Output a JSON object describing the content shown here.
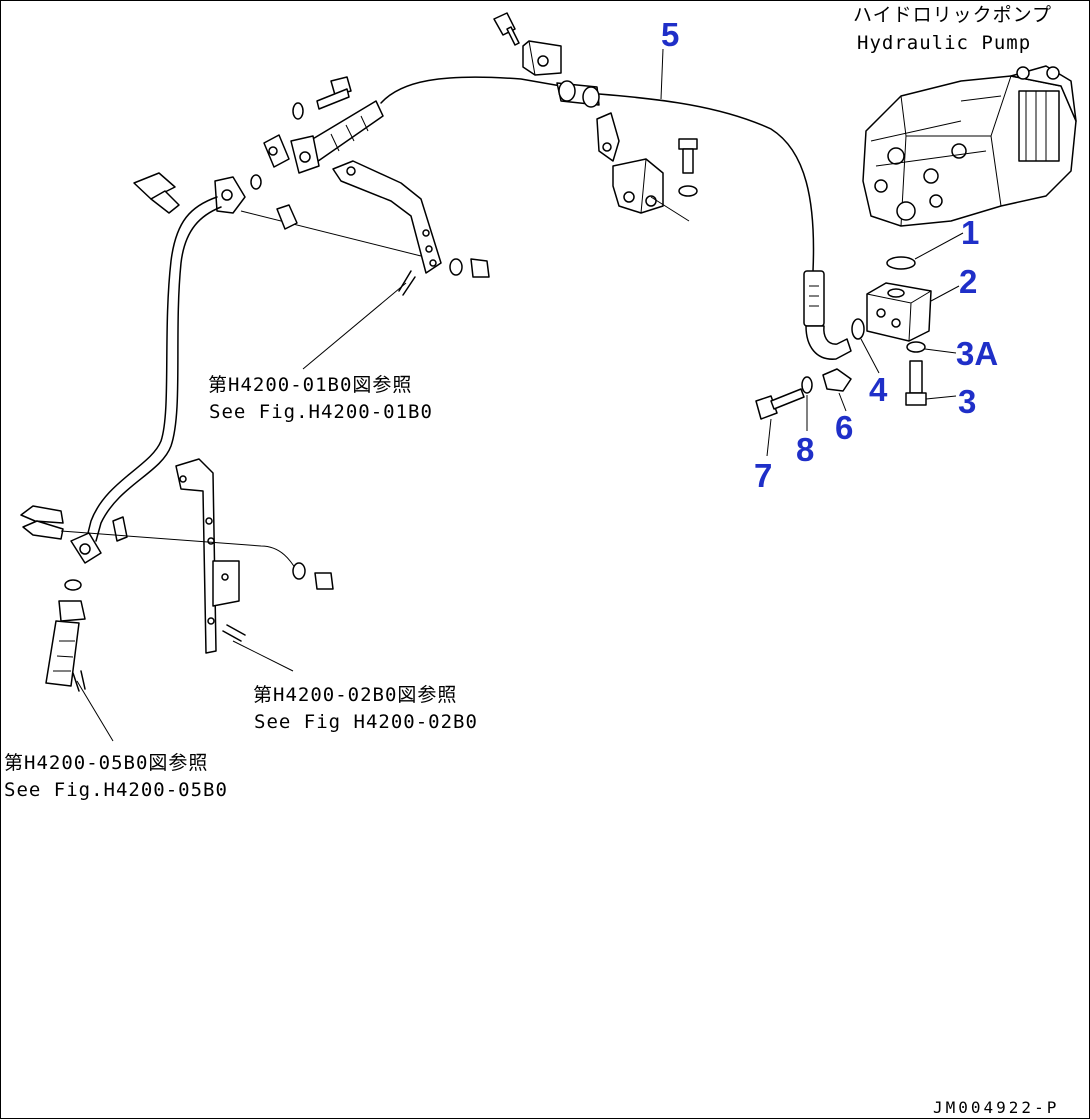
{
  "title": {
    "jp": "ハイドロリックポンプ",
    "en": "Hydraulic Pump"
  },
  "callouts": [
    "1",
    "2",
    "3",
    "3A",
    "4",
    "5",
    "6",
    "7",
    "8"
  ],
  "references": {
    "ref1": {
      "jp": "第H4200-01B0図参照",
      "en": "See Fig.H4200-01B0"
    },
    "ref2": {
      "jp": "第H4200-02B0図参照",
      "en": "See Fig H4200-02B0"
    },
    "ref3": {
      "jp": "第H4200-05B0図参照",
      "en": "See Fig.H4200-05B0"
    }
  },
  "drawing_code": "JM004922-P",
  "colors": {
    "callout": "#1f2fc8",
    "line": "#000000"
  }
}
